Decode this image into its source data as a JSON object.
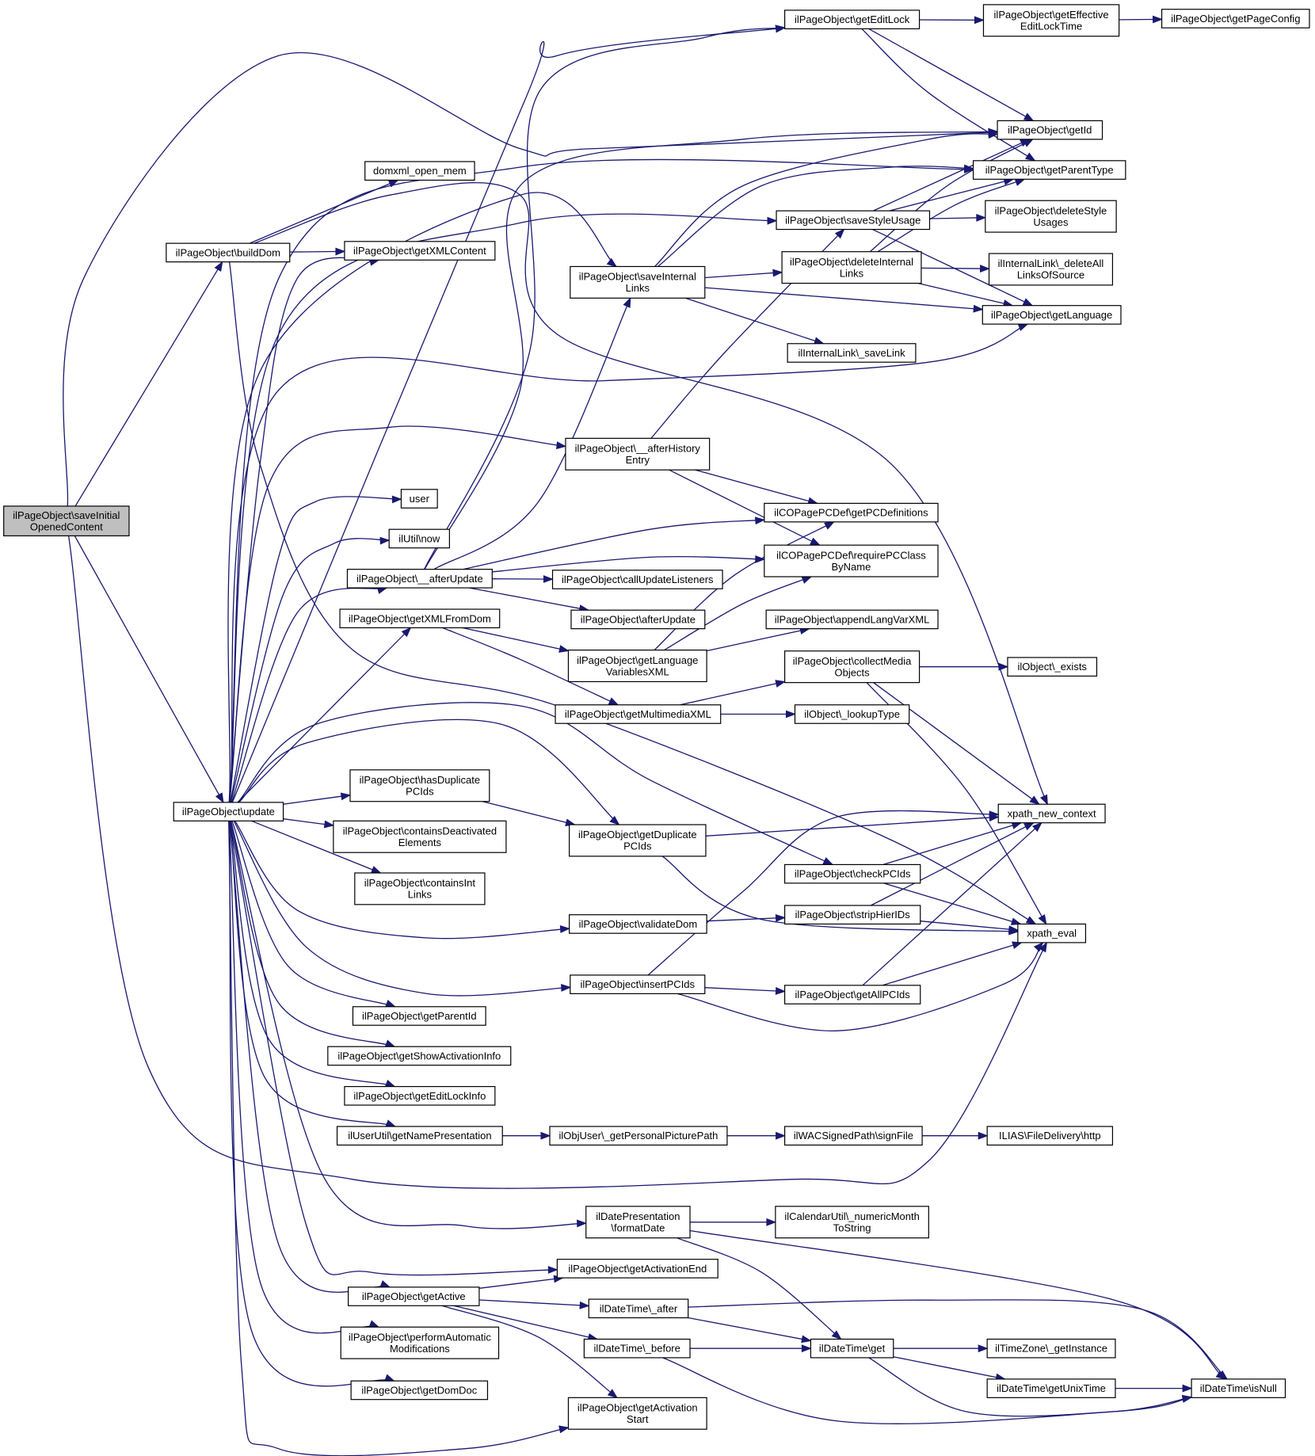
{
  "diagram": {
    "title": "",
    "colors": {
      "edge": "#191970",
      "node_border": "#000000",
      "node_fill": "#ffffff",
      "root_fill": "#bfbfbf"
    },
    "nodes": {
      "saveInitialOpenedContent": [
        "ilPageObject\\saveInitial",
        "OpenedContent"
      ],
      "buildDom": [
        "ilPageObject\\buildDom"
      ],
      "update": [
        "ilPageObject\\update"
      ],
      "domxml_open_mem": [
        "domxml_open_mem"
      ],
      "getXMLContent": [
        "ilPageObject\\getXMLContent"
      ],
      "user": [
        "user"
      ],
      "ilUtil_now": [
        "ilUtil\\now"
      ],
      "__afterUpdate": [
        "ilPageObject\\__afterUpdate"
      ],
      "getXMLFromDom": [
        "ilPageObject\\getXMLFromDom"
      ],
      "hasDuplicatePCIds": [
        "ilPageObject\\hasDuplicate",
        "PCIds"
      ],
      "containsDeactivatedElements": [
        "ilPageObject\\containsDeactivated",
        "Elements"
      ],
      "containsIntLinks": [
        "ilPageObject\\containsInt",
        "Links"
      ],
      "getParentId": [
        "ilPageObject\\getParentId"
      ],
      "getShowActivationInfo": [
        "ilPageObject\\getShowActivationInfo"
      ],
      "getEditLockInfo": [
        "ilPageObject\\getEditLockInfo"
      ],
      "getNamePresentation": [
        "ilUserUtil\\getNamePresentation"
      ],
      "getActive": [
        "ilPageObject\\getActive"
      ],
      "performAutomaticModifications": [
        "ilPageObject\\performAutomatic",
        "Modifications"
      ],
      "getDomDoc": [
        "ilPageObject\\getDomDoc"
      ],
      "getEditLock": [
        "ilPageObject\\getEditLock"
      ],
      "saveInternalLinks": [
        "ilPageObject\\saveInternal",
        "Links"
      ],
      "__afterHistoryEntry": [
        "ilPageObject\\__afterHistory",
        "Entry"
      ],
      "callUpdateListeners": [
        "ilPageObject\\callUpdateListeners"
      ],
      "afterUpdate": [
        "ilPageObject\\afterUpdate"
      ],
      "getLanguageVariablesXML": [
        "ilPageObject\\getLanguage",
        "VariablesXML"
      ],
      "getMultimediaXML": [
        "ilPageObject\\getMultimediaXML"
      ],
      "getDuplicatePCIds": [
        "ilPageObject\\getDuplicate",
        "PCIds"
      ],
      "validateDom": [
        "ilPageObject\\validateDom"
      ],
      "insertPCIds": [
        "ilPageObject\\insertPCIds"
      ],
      "getPersonalPicturePath": [
        "ilObjUser\\_getPersonalPicturePath"
      ],
      "formatDate": [
        "ilDatePresentation",
        "\\formatDate"
      ],
      "getActivationEnd": [
        "ilPageObject\\getActivationEnd"
      ],
      "dt_after": [
        "ilDateTime\\_after"
      ],
      "dt_before": [
        "ilDateTime\\_before"
      ],
      "getActivationStart": [
        "ilPageObject\\getActivation",
        "Start"
      ],
      "getEffectiveEditLockTime": [
        "ilPageObject\\getEffective",
        "EditLockTime"
      ],
      "saveStyleUsage": [
        "ilPageObject\\saveStyleUsage"
      ],
      "deleteInternalLinks": [
        "ilPageObject\\deleteInternal",
        "Links"
      ],
      "saveLink": [
        "ilInternalLink\\_saveLink"
      ],
      "getPCDefinitions": [
        "ilCOPagePCDef\\getPCDefinitions"
      ],
      "requirePCClassByName": [
        "ilCOPagePCDef\\requirePCClass",
        "ByName"
      ],
      "appendLangVarXML": [
        "ilPageObject\\appendLangVarXML"
      ],
      "collectMediaObjects": [
        "ilPageObject\\collectMedia",
        "Objects"
      ],
      "lookupType": [
        "ilObject\\_lookupType"
      ],
      "checkPCIds": [
        "ilPageObject\\checkPCIds"
      ],
      "stripHierIDs": [
        "ilPageObject\\stripHierIDs"
      ],
      "getAllPCIds": [
        "ilPageObject\\getAllPCIds"
      ],
      "signFile": [
        "ilWACSignedPath\\signFile"
      ],
      "numericMonthToString": [
        "ilCalendarUtil\\_numericMonth",
        "ToString"
      ],
      "dt_get": [
        "ilDateTime\\get"
      ],
      "getPageConfig": [
        "ilPageObject\\getPageConfig"
      ],
      "getId": [
        "ilPageObject\\getId"
      ],
      "getParentType": [
        "ilPageObject\\getParentType"
      ],
      "deleteStyleUsages": [
        "ilPageObject\\deleteStyle",
        "Usages"
      ],
      "deleteAllLinksOfSource": [
        "ilInternalLink\\_deleteAll",
        "LinksOfSource"
      ],
      "getLanguage": [
        "ilPageObject\\getLanguage"
      ],
      "obj_exists": [
        "ilObject\\_exists"
      ],
      "xpath_new_context": [
        "xpath_new_context"
      ],
      "xpath_eval": [
        "xpath_eval"
      ],
      "fileDeliveryHttp": [
        "ILIAS\\FileDelivery\\http"
      ],
      "getInstance": [
        "ilTimeZone\\_getInstance"
      ],
      "getUnixTime": [
        "ilDateTime\\getUnixTime"
      ],
      "isNull": [
        "ilDateTime\\isNull"
      ]
    }
  }
}
